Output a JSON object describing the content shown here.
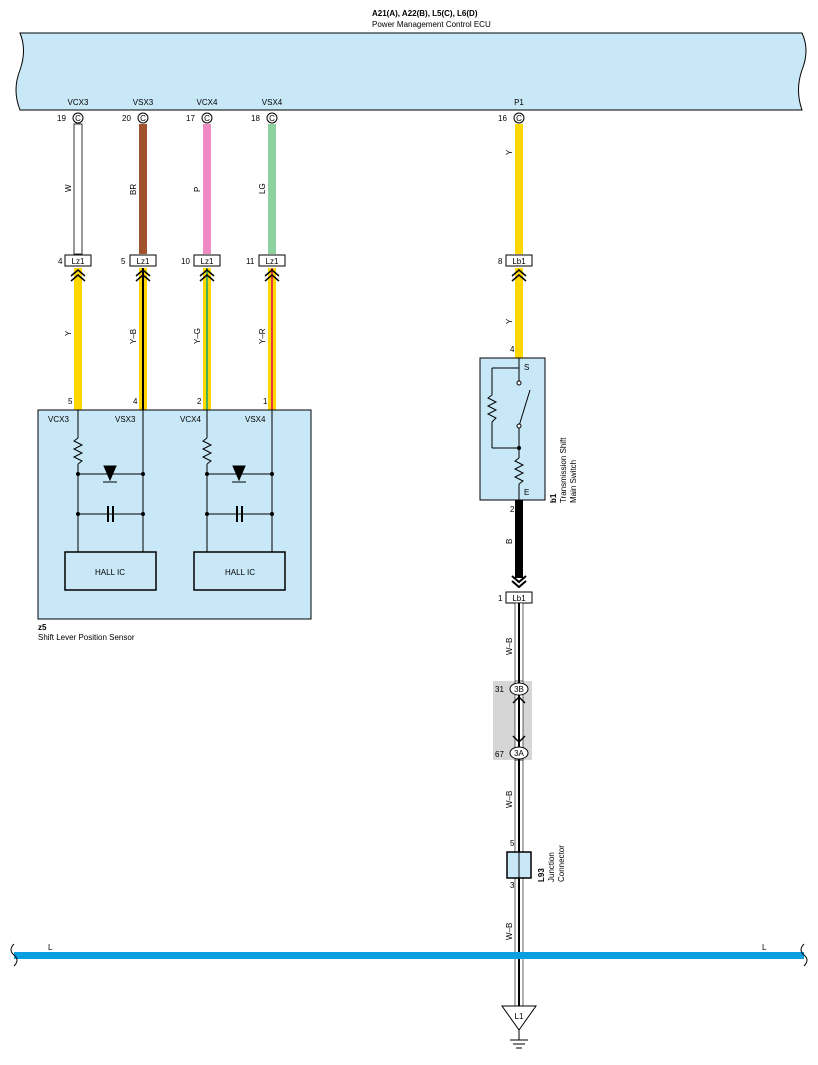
{
  "ecu": {
    "codes": "A21(A), A22(B), L5(C), L6(D)",
    "name": "Power Management Control ECU",
    "pins": [
      {
        "label": "VCX3",
        "num": "19",
        "conn": "C"
      },
      {
        "label": "VSX3",
        "num": "20",
        "conn": "C"
      },
      {
        "label": "VCX4",
        "num": "17",
        "conn": "C"
      },
      {
        "label": "VSX4",
        "num": "18",
        "conn": "C"
      },
      {
        "label": "P1",
        "num": "16",
        "conn": "C"
      }
    ]
  },
  "wires_upper": [
    {
      "color": "W",
      "hex": "#ffffff"
    },
    {
      "color": "BR",
      "hex": "#a0522d"
    },
    {
      "color": "P",
      "hex": "#f08ac4"
    },
    {
      "color": "LG",
      "hex": "#8fd19e"
    },
    {
      "color": "Y",
      "hex": "#ffd700"
    }
  ],
  "junction_lz1": {
    "name": "Lz1",
    "pins": [
      "4",
      "5",
      "10",
      "11"
    ]
  },
  "junction_lb1_top": {
    "name": "Lb1",
    "pin": "8"
  },
  "wires_lower": [
    {
      "color": "Y",
      "stripe": ""
    },
    {
      "color": "Y–B",
      "stripe": "#000000"
    },
    {
      "color": "Y–G",
      "stripe": "#4caf50"
    },
    {
      "color": "Y–R",
      "stripe": "#e53935"
    },
    {
      "color": "Y",
      "stripe": ""
    }
  ],
  "sensor": {
    "code": "z5",
    "name": "Shift Lever Position Sensor",
    "pin_nums": [
      "5",
      "4",
      "2",
      "1"
    ],
    "pin_labels": [
      "VCX3",
      "VSX3",
      "VCX4",
      "VSX4"
    ],
    "ic_labels": [
      "HALL IC",
      "HALL IC"
    ]
  },
  "switch": {
    "code": "b1",
    "name_line1": "Transmission Shift",
    "name_line2": "Main Switch",
    "pin_top": "4",
    "pin_bottom": "2",
    "term_s": "S",
    "term_e": "E"
  },
  "wire_b": "B",
  "junction_lb1_bottom": {
    "name": "Lb1",
    "pin": "1"
  },
  "wire_wb": [
    "W–B",
    "W–B",
    "W–B"
  ],
  "inline_conn": {
    "top_num": "31",
    "top_label": "3B",
    "bot_num": "67",
    "bot_label": "3A"
  },
  "junction_l93": {
    "code": "L93",
    "name_line1": "Junction",
    "name_line2": "Connector",
    "pin_top": "5",
    "pin_bottom": "3"
  },
  "bus": {
    "left": "L",
    "right": "L"
  },
  "ground": {
    "label": "L1"
  },
  "colors": {
    "ecu_fill": "#c8e8f8",
    "bus_blue": "#0aa0e0",
    "yellow": "#ffd700"
  }
}
